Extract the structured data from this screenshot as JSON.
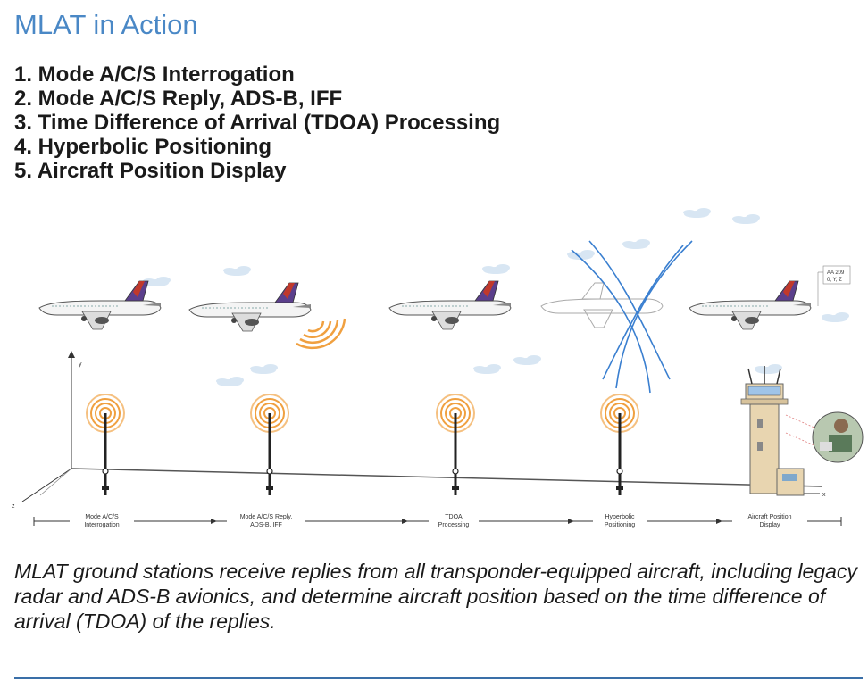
{
  "title": "MLAT in Action",
  "steps": [
    "1. Mode A/C/S Interrogation",
    "2. Mode A/C/S Reply, ADS-B, IFF",
    "3. Time Difference of Arrival (TDOA) Processing",
    "4. Hyperbolic Positioning",
    "5. Aircraft Position Display"
  ],
  "diagram": {
    "axis_y": "y",
    "axis_z": "z",
    "axis_x": "x",
    "stages": [
      {
        "line1": "Mode A/C/S",
        "line2": "Interrogation"
      },
      {
        "line1": "Mode A/C/S Reply,",
        "line2": "ADS-B, IFF"
      },
      {
        "line1": "TDOA",
        "line2": "Processing"
      },
      {
        "line1": "Hyperbolic",
        "line2": "Positioning"
      },
      {
        "line1": "Aircraft Position",
        "line2": "Display"
      }
    ],
    "tag_line1": "AA 209",
    "tag_line2": "0, Y, Z"
  },
  "caption": "MLAT ground stations receive replies from all transponder-equipped aircraft, including legacy radar and ADS-B avionics, and determine aircraft position based on the time difference of arrival (TDOA) of the replies.",
  "colors": {
    "title": "#4a88c6",
    "rule": "#3a6fa8",
    "signal": "#f0a040",
    "hyperbola": "#3a7fd0",
    "sky": "#d8e6f3"
  }
}
